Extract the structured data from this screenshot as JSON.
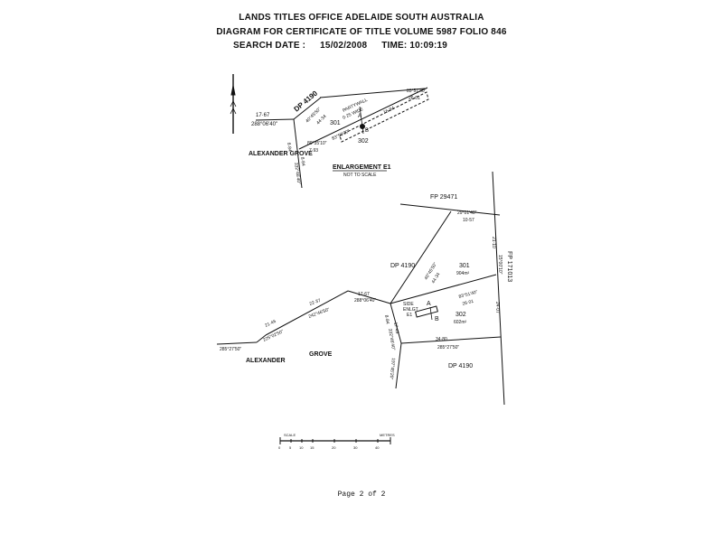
{
  "header": {
    "line1": "LANDS TITLES OFFICE ADELAIDE SOUTH AUSTRALIA",
    "line2": "DIAGRAM FOR CERTIFICATE OF TITLE VOLUME  5987   FOLIO  846",
    "search_date_label": "SEARCH DATE :",
    "search_date": "15/02/2008",
    "time_label": "TIME:",
    "time": "10:09:19"
  },
  "enlargement": {
    "title": "ENLARGEMENT E1",
    "subtitle": "NOT TO SCALE",
    "dp": "DP 4190",
    "lot301": "301",
    "lot302": "302",
    "road": "ALEXANDER GROVE",
    "party_wall": "PARTYWALL",
    "party_wall_width": "0·25 WIDE",
    "a_label": "A",
    "b_label": "B",
    "dims": {
      "d1": "17·67",
      "b1": "288°06'40\"",
      "d2": "40°45'50\"",
      "d3": "44·34",
      "d4": "83°51'40\"",
      "d5": "26·01",
      "d6": "80°35'10\"",
      "d7": "7·93",
      "d8": "8·84",
      "d9": "8·84",
      "b2": "332°46'40\"",
      "b3": "83°50'30\"",
      "d10": "16·94"
    }
  },
  "main": {
    "fp_top": "FP 29471",
    "fp_right": "FP 171013",
    "dp_center": "DP 4190",
    "dp_bottom": "DP 4190",
    "lot301": "301",
    "lot301_area": "904m²",
    "lot302": "302",
    "lot302_area": "602m²",
    "see_enlargement_1": "SIDE",
    "see_enlargement_2": "ENLGT",
    "see_enlargement_3": "E1",
    "a_label": "A",
    "b_label": "B",
    "road_1": "ALEXANDER",
    "road_2": "GROVE",
    "dims": {
      "top_b": "29°01'40\"",
      "top_d": "10·57",
      "r1": "21·10",
      "r2": "15°00'10\"",
      "r3": "24·07",
      "c1": "40°45'50\"",
      "c2": "44·34",
      "c3": "83°51'40\"",
      "c4": "26·01",
      "s1": "17·67",
      "s2": "288°06'40\"",
      "s3": "22·37",
      "s4": "242°46'50\"",
      "s5": "21·46",
      "s6": "225°02'50\"",
      "s7": "285°27'50\"",
      "v1": "8·84",
      "v2": "17·49",
      "v3": "332°46'40\"",
      "bt1": "34·80",
      "bt2": "285°27'50\"",
      "bt3": "197°45'20\""
    }
  },
  "scale_bar": {
    "label_left": "SCALE",
    "label_right": "METRES",
    "ticks": [
      "0",
      "5",
      "10",
      "15",
      "20",
      "30",
      "40"
    ]
  },
  "footer": {
    "page": "Page 2 of 2"
  }
}
